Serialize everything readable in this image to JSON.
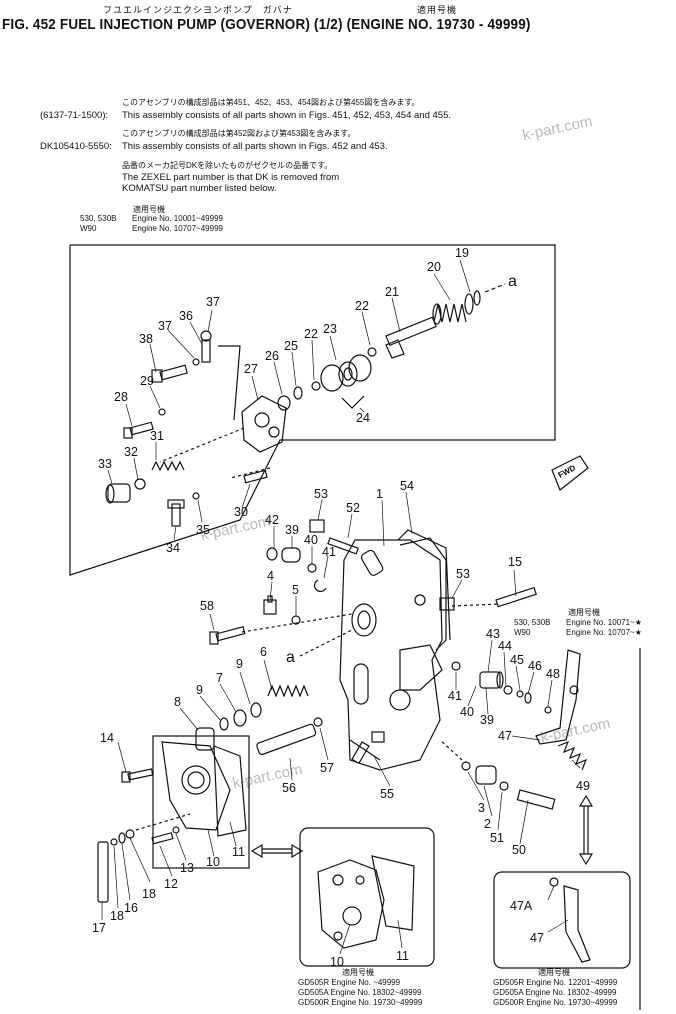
{
  "header": {
    "jp_title": "フユエルインジエクシヨンポンプ　ガバナ",
    "jp_applicability": "適用号機",
    "title": "FIG. 452  FUEL INJECTION PUMP (GOVERNOR) (1/2) (ENGINE NO. 19730 - 49999)"
  },
  "notes": [
    {
      "jp": "このアセンブリの構成部品は第451、452、453、454図および第455図を含みます。",
      "code": "(6137-71-1500):",
      "en": "This assembly consists of all parts shown in Figs. 451, 452, 453, 454 and 455."
    },
    {
      "jp": "このアセンブリの構成部品は第452図および第453図を含みます。",
      "code": "DK105410-5550:",
      "en": "This assembly consists of all parts shown in Figs. 452 and 453."
    },
    {
      "jp": "品番のメーカ記号DKを除いたものがゼクセルの品番です。",
      "code": "",
      "en": "The ZEXEL part number is that DK is removed from"
    },
    {
      "jp": "",
      "code": "",
      "en": "KOMATSU part number listed below."
    }
  ],
  "applicability_top": {
    "heading": "適用号機",
    "rows": [
      {
        "model": "530, 530B",
        "text": "Engine  No.  10001~49999"
      },
      {
        "model": "W90",
        "text": "Engine  No.  10707~49999"
      }
    ]
  },
  "applicability_right": {
    "heading": "適用号機",
    "rows": [
      {
        "model": "530, 530B",
        "text": "Engine  No.  10071~★"
      },
      {
        "model": "W90",
        "text": "Engine  No.  10707~★"
      }
    ]
  },
  "inset_left": {
    "heading": "適用号機",
    "rows": [
      "GD505R Engine No.     ~49999",
      "GD505A Engine No. 18302~49999",
      "GD500R Engine No. 19730~49999"
    ]
  },
  "inset_right": {
    "heading": "適用号機",
    "rows": [
      "GD505R Engine No. 12201~49999",
      "GD505A Engine No. 18302~49999",
      "GD500R Engine No. 19730~49999"
    ]
  },
  "fwd_label": "FWD",
  "ref_a": "a",
  "watermarks": [
    "k-part.com",
    "k-part.com",
    "k-part.com",
    "k-part.com"
  ],
  "callouts": {
    "upper": [
      "19",
      "20",
      "21",
      "22",
      "23",
      "22",
      "25",
      "26",
      "27",
      "24",
      "37",
      "36",
      "37",
      "38",
      "29",
      "28",
      "32",
      "31",
      "33",
      "30",
      "35",
      "34"
    ],
    "lower": [
      "53",
      "52",
      "54",
      "1",
      "42",
      "39",
      "40",
      "41",
      "4",
      "5",
      "53",
      "15",
      "58",
      "6",
      "9",
      "7",
      "9",
      "8",
      "43",
      "44",
      "45",
      "46",
      "48",
      "47",
      "49",
      "41",
      "40",
      "39",
      "14",
      "57",
      "56",
      "55",
      "3",
      "2",
      "51",
      "50",
      "11",
      "10",
      "13",
      "12",
      "18",
      "16",
      "18",
      "17"
    ],
    "insets": [
      "10",
      "11",
      "47A",
      "47"
    ]
  }
}
